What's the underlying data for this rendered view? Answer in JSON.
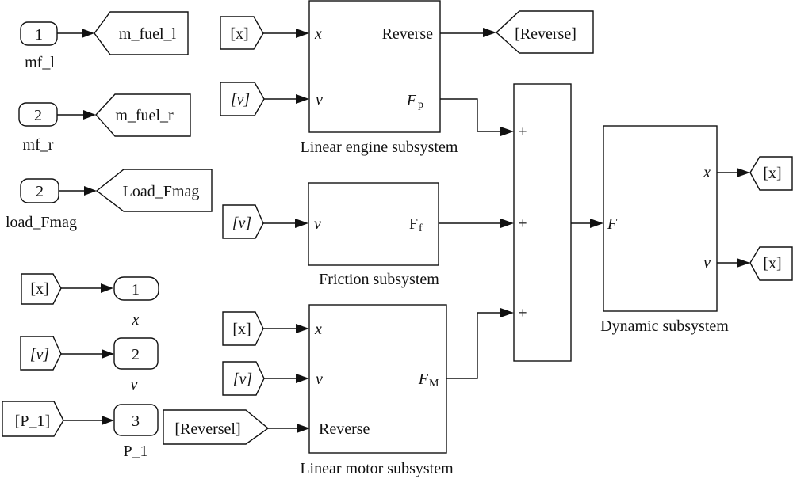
{
  "diagram": {
    "type": "simulink-block-diagram",
    "inports": [
      {
        "number": "1",
        "label": "mf_l",
        "goto": "m_fuel_l"
      },
      {
        "number": "2",
        "label": "mf_r",
        "goto": "m_fuel_r"
      },
      {
        "number": "2",
        "label": "load_Fmag",
        "goto": "Load_Fmag"
      }
    ],
    "outports": [
      {
        "from": "[x]",
        "number": "1",
        "label": "x"
      },
      {
        "from": "[v]",
        "number": "2",
        "label": "v"
      },
      {
        "from": "[P_1]",
        "number": "3",
        "label": "P_1"
      }
    ],
    "engine": {
      "name": "Linear engine subsystem",
      "inputs": [
        {
          "from": "[x]",
          "port": "x"
        },
        {
          "from": "[v]",
          "port": "v"
        }
      ],
      "outputs": [
        {
          "port": "Reverse",
          "goto": "[Reverse]"
        },
        {
          "port": "F",
          "port_sub": "p"
        }
      ]
    },
    "friction": {
      "name": "Friction subsystem",
      "inputs": [
        {
          "from": "[v]",
          "port": "v"
        }
      ],
      "outputs": [
        {
          "port": "F",
          "port_sub": "f"
        }
      ]
    },
    "motor": {
      "name": "Linear motor subsystem",
      "inputs": [
        {
          "from": "[x]",
          "port": "x"
        },
        {
          "from": "[v]",
          "port": "v"
        },
        {
          "from": "[Reversel]",
          "port": "Reverse"
        }
      ],
      "outputs": [
        {
          "port": "F",
          "port_sub": "M"
        }
      ]
    },
    "sum": {
      "signs": [
        "+",
        "+",
        "+"
      ]
    },
    "dynamic": {
      "name": "Dynamic subsystem",
      "inputs": [
        {
          "port": "F"
        }
      ],
      "outputs": [
        {
          "port": "x",
          "goto": "[x]"
        },
        {
          "port": "v",
          "goto": "[x]"
        }
      ]
    }
  }
}
